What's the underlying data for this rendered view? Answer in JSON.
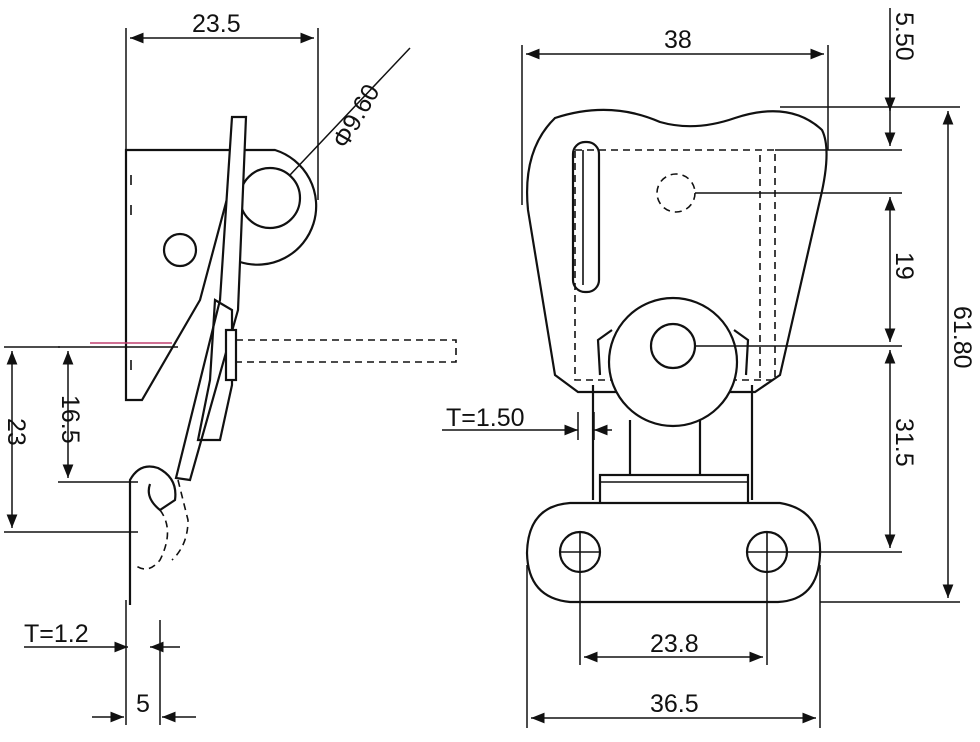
{
  "dimensions": {
    "side_width": "23.5",
    "ring_diameter": "Φ9.60",
    "side_height_a": "16.5",
    "side_height_b": "23",
    "side_thickness": "T=1.2",
    "side_base": "5",
    "front_top_width": "38",
    "front_top_offset": "5.50",
    "front_hole_spacing": "19",
    "front_total_height": "61.80",
    "front_lower_height": "31.5",
    "front_thickness": "T=1.50",
    "front_mount_spacing": "23.8",
    "front_base_width": "36.5"
  }
}
